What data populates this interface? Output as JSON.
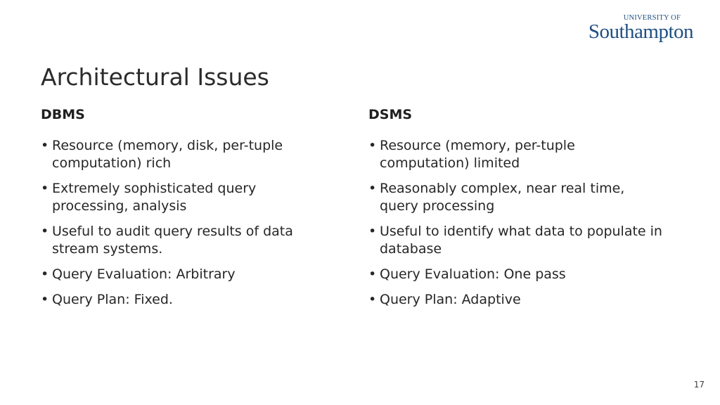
{
  "logo": {
    "top": "UNIVERSITY OF",
    "main": "Southampton"
  },
  "title": "Architectural Issues",
  "columns": [
    {
      "heading": "DBMS",
      "items": [
        "Resource (memory, disk, per-tuple computation) rich",
        "Extremely sophisticated query processing, analysis",
        "Useful to audit query results of data stream systems.",
        "Query Evaluation: Arbitrary",
        "Query Plan: Fixed."
      ]
    },
    {
      "heading": "DSMS",
      "items": [
        "Resource (memory, per-tuple computation) limited",
        "Reasonably complex, near real time, query processing",
        "Useful to identify what data to populate in database",
        "Query Evaluation: One pass",
        "Query Plan: Adaptive"
      ]
    }
  ],
  "page_number": "17",
  "colors": {
    "logo": "#1f4f82",
    "text": "#262626"
  }
}
